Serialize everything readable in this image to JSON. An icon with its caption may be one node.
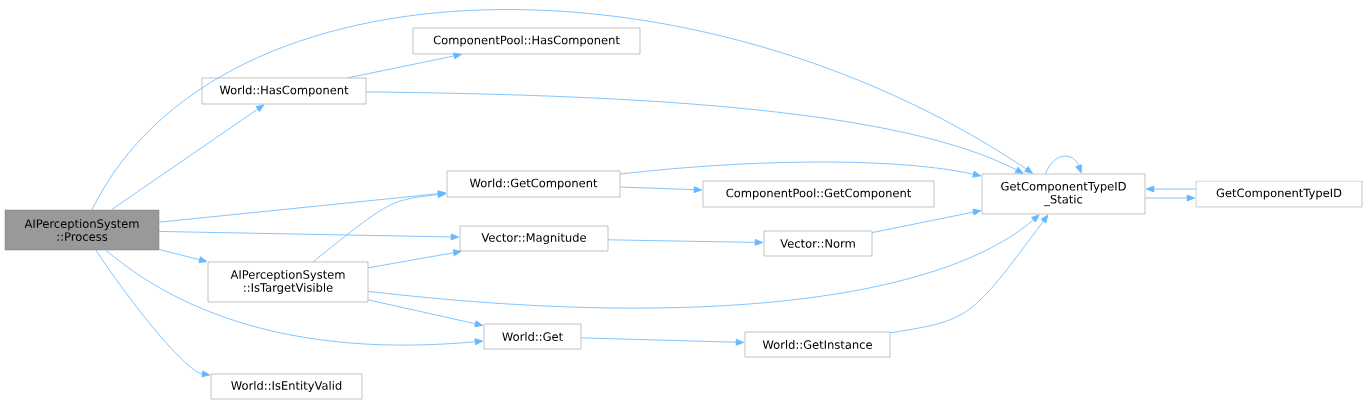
{
  "diagram": {
    "nodes": [
      {
        "text": [
          "AIPerceptionSystem ::Process"
        ]
      },
      {
        "text": [
          "ComponentPool::HasComponent"
        ]
      },
      {
        "text": [
          "World::HasComponent"
        ]
      },
      {
        "text": [
          "World::GetComponent"
        ]
      },
      {
        "text": [
          "ComponentPool::GetComponent"
        ]
      },
      {
        "text": [
          "GetComponentTypeID _Static"
        ]
      },
      {
        "text": [
          "GetComponentTypeID"
        ]
      },
      {
        "text": [
          "Vector::Magnitude"
        ]
      },
      {
        "text": [
          "Vector::Norm"
        ]
      },
      {
        "text": [
          "AIPerceptionSystem ::IsTargetVisible"
        ]
      },
      {
        "text": [
          "World::Get"
        ]
      },
      {
        "text": [
          "World::GetInstance"
        ]
      },
      {
        "text": [
          "World::IsEntityValid"
        ]
      }
    ],
    "edges": [
      {
        "from": 0,
        "to": 5,
        "arrow": "to"
      },
      {
        "from": 0,
        "to": 2,
        "arrow": "to"
      },
      {
        "from": 0,
        "to": 3,
        "arrow": "to"
      },
      {
        "from": 0,
        "to": 7,
        "arrow": "to"
      },
      {
        "from": 0,
        "to": 9,
        "arrow": "to"
      },
      {
        "from": 0,
        "to": 10,
        "arrow": "to"
      },
      {
        "from": 0,
        "to": 12,
        "arrow": "to"
      },
      {
        "from": 2,
        "to": 1,
        "arrow": "to"
      },
      {
        "from": 2,
        "to": 5,
        "arrow": "to"
      },
      {
        "from": 3,
        "to": 4,
        "arrow": "to"
      },
      {
        "from": 3,
        "to": 5,
        "arrow": "to"
      },
      {
        "from": 5,
        "to": 5,
        "arrow": "to"
      },
      {
        "from": 6,
        "to": 5,
        "arrow": "to"
      },
      {
        "from": 5,
        "to": 6,
        "arrow": "to"
      },
      {
        "from": 7,
        "to": 8,
        "arrow": "to"
      },
      {
        "from": 8,
        "to": 5,
        "arrow": "to"
      },
      {
        "from": 9,
        "to": 3,
        "arrow": "to"
      },
      {
        "from": 9,
        "to": 7,
        "arrow": "to"
      },
      {
        "from": 9,
        "to": 5,
        "arrow": "to"
      },
      {
        "from": 9,
        "to": 10,
        "arrow": "to"
      },
      {
        "from": 10,
        "to": 11,
        "arrow": "to"
      },
      {
        "from": 11,
        "to": 5,
        "arrow": "to"
      }
    ]
  }
}
